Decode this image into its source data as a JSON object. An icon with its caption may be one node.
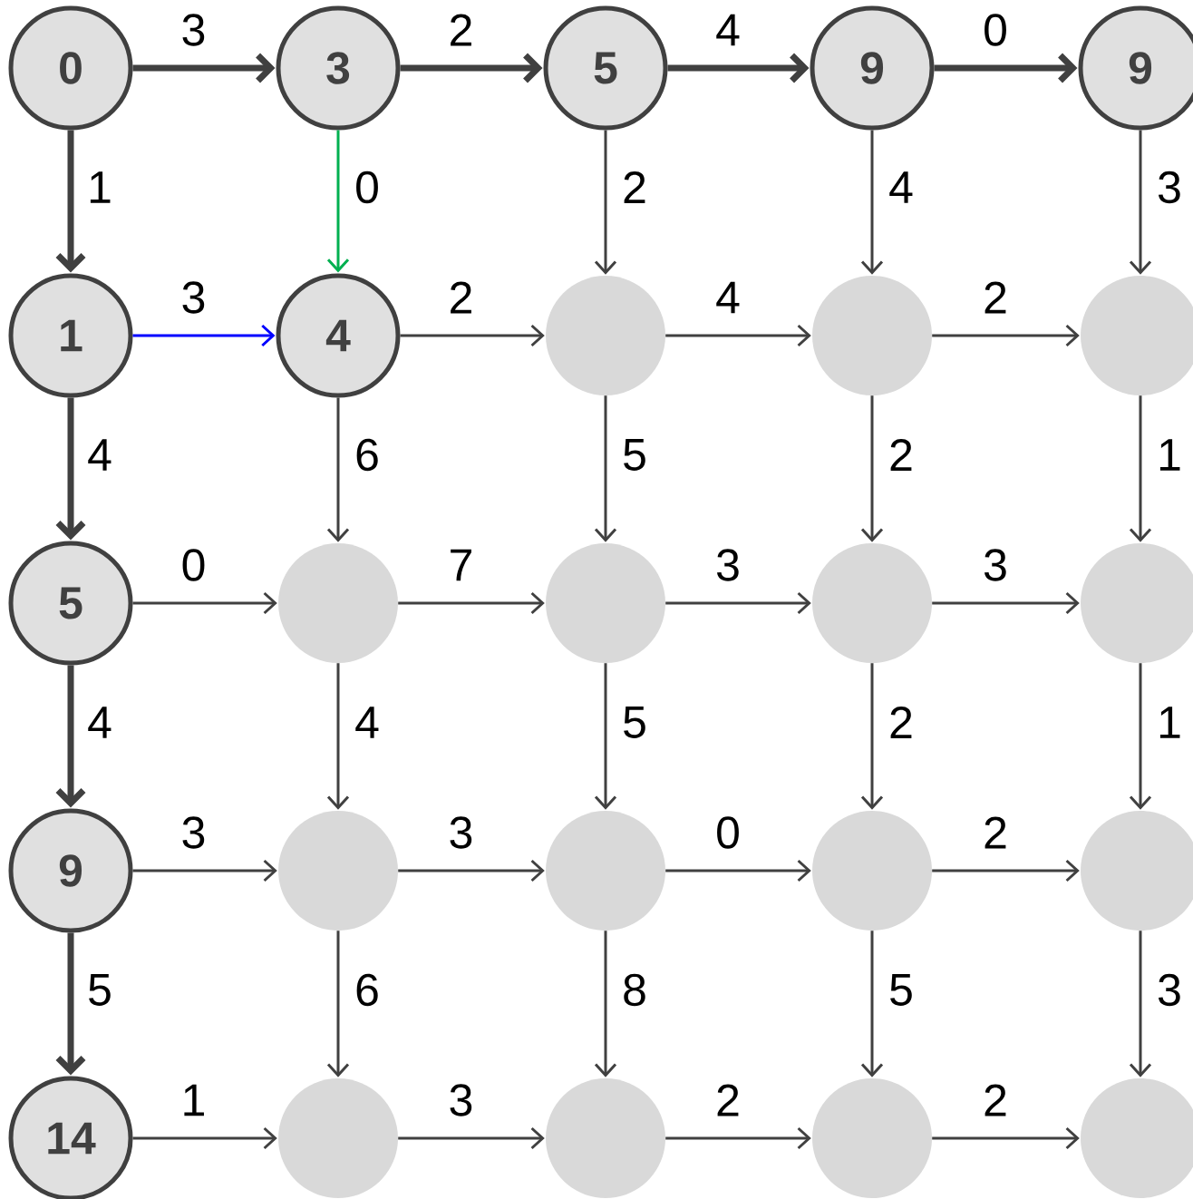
{
  "diagram": {
    "nodes": [
      {
        "text": [
          "0"
        ]
      },
      {
        "text": [
          "3"
        ]
      },
      {
        "text": [
          "5"
        ]
      },
      {
        "text": [
          "9"
        ]
      },
      {
        "text": [
          "9"
        ]
      },
      {
        "text": [
          "1"
        ]
      },
      {
        "text": [
          "4"
        ]
      },
      {
        "text": [],
        "shape": "circle"
      },
      {
        "text": [],
        "shape": "circle"
      },
      {
        "text": [],
        "shape": "circle"
      },
      {
        "text": [
          "5"
        ]
      },
      {
        "text": [],
        "shape": "circle"
      },
      {
        "text": [],
        "shape": "circle"
      },
      {
        "text": [],
        "shape": "circle"
      },
      {
        "text": [],
        "shape": "circle"
      },
      {
        "text": [
          "9"
        ]
      },
      {
        "text": [],
        "shape": "circle"
      },
      {
        "text": [],
        "shape": "circle"
      },
      {
        "text": [],
        "shape": "circle"
      },
      {
        "text": [],
        "shape": "circle"
      },
      {
        "text": [
          "14"
        ]
      },
      {
        "text": [],
        "shape": "circle"
      },
      {
        "text": [],
        "shape": "circle"
      },
      {
        "text": [],
        "shape": "circle"
      },
      {
        "text": [],
        "shape": "circle"
      }
    ],
    "edges": [
      {
        "from": 0,
        "to": 1,
        "arrow": "to",
        "label": "3",
        "style": "thick"
      },
      {
        "from": 1,
        "to": 2,
        "arrow": "to",
        "label": "2",
        "style": "thick"
      },
      {
        "from": 2,
        "to": 3,
        "arrow": "to",
        "label": "4",
        "style": "thick"
      },
      {
        "from": 3,
        "to": 4,
        "arrow": "to",
        "label": "0",
        "style": "thick"
      },
      {
        "from": 0,
        "to": 5,
        "arrow": "to",
        "label": "1",
        "style": "thick"
      },
      {
        "from": 1,
        "to": 6,
        "arrow": "to",
        "label": "0",
        "color": "#00b050"
      },
      {
        "from": 2,
        "to": 7,
        "arrow": "to",
        "label": "2"
      },
      {
        "from": 3,
        "to": 8,
        "arrow": "to",
        "label": "4"
      },
      {
        "from": 4,
        "to": 9,
        "arrow": "to",
        "label": "3"
      },
      {
        "from": 5,
        "to": 6,
        "arrow": "to",
        "label": "3",
        "color": "#0000ff"
      },
      {
        "from": 6,
        "to": 7,
        "arrow": "to",
        "label": "2"
      },
      {
        "from": 7,
        "to": 8,
        "arrow": "to",
        "label": "4"
      },
      {
        "from": 8,
        "to": 9,
        "arrow": "to",
        "label": "2"
      },
      {
        "from": 5,
        "to": 10,
        "arrow": "to",
        "label": "4",
        "style": "thick"
      },
      {
        "from": 6,
        "to": 11,
        "arrow": "to",
        "label": "6"
      },
      {
        "from": 7,
        "to": 12,
        "arrow": "to",
        "label": "5"
      },
      {
        "from": 8,
        "to": 13,
        "arrow": "to",
        "label": "2"
      },
      {
        "from": 9,
        "to": 14,
        "arrow": "to",
        "label": "1"
      },
      {
        "from": 10,
        "to": 11,
        "arrow": "to",
        "label": "0"
      },
      {
        "from": 11,
        "to": 12,
        "arrow": "to",
        "label": "7"
      },
      {
        "from": 12,
        "to": 13,
        "arrow": "to",
        "label": "3"
      },
      {
        "from": 13,
        "to": 14,
        "arrow": "to",
        "label": "3"
      },
      {
        "from": 10,
        "to": 15,
        "arrow": "to",
        "label": "4",
        "style": "thick"
      },
      {
        "from": 11,
        "to": 16,
        "arrow": "to",
        "label": "4"
      },
      {
        "from": 12,
        "to": 17,
        "arrow": "to",
        "label": "5"
      },
      {
        "from": 13,
        "to": 18,
        "arrow": "to",
        "label": "2"
      },
      {
        "from": 14,
        "to": 19,
        "arrow": "to",
        "label": "1"
      },
      {
        "from": 15,
        "to": 16,
        "arrow": "to",
        "label": "3"
      },
      {
        "from": 16,
        "to": 17,
        "arrow": "to",
        "label": "3"
      },
      {
        "from": 17,
        "to": 18,
        "arrow": "to",
        "label": "0"
      },
      {
        "from": 18,
        "to": 19,
        "arrow": "to",
        "label": "2"
      },
      {
        "from": 15,
        "to": 20,
        "arrow": "to",
        "label": "5",
        "style": "thick"
      },
      {
        "from": 16,
        "to": 21,
        "arrow": "to",
        "label": "6"
      },
      {
        "from": 17,
        "to": 22,
        "arrow": "to",
        "label": "8"
      },
      {
        "from": 18,
        "to": 23,
        "arrow": "to",
        "label": "5"
      },
      {
        "from": 19,
        "to": 24,
        "arrow": "to",
        "label": "3"
      },
      {
        "from": 20,
        "to": 21,
        "arrow": "to",
        "label": "1"
      },
      {
        "from": 21,
        "to": 22,
        "arrow": "to",
        "label": "3"
      },
      {
        "from": 22,
        "to": 23,
        "arrow": "to",
        "label": "2"
      },
      {
        "from": 23,
        "to": 24,
        "arrow": "to",
        "label": "2"
      }
    ]
  }
}
